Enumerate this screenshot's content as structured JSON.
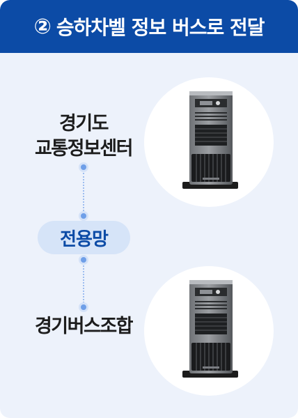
{
  "header": {
    "step_number": "②",
    "title": "승하차벨 정보 버스로 전달"
  },
  "source": {
    "line1": "경기도",
    "line2": "교통정보센터"
  },
  "network": {
    "label": "전용망"
  },
  "destination": {
    "label": "경기버스조합"
  },
  "colors": {
    "header_bg": "#0c4ba6",
    "card_bg": "#edf2fb",
    "pill_bg": "#d6e4f8",
    "accent": "#6f9fe8"
  },
  "icons": [
    "server-icon",
    "server-icon"
  ]
}
